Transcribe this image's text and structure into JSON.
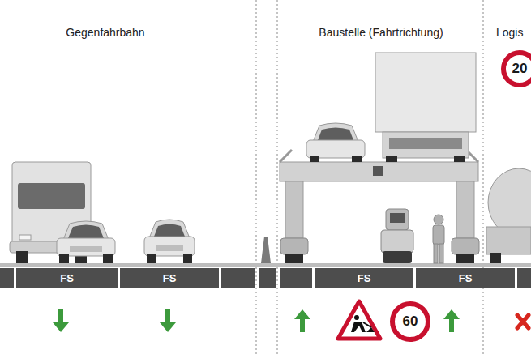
{
  "diagram": {
    "nodes": [
      {
        "text": [
          "20"
        ]
      },
      {
        "text": [
          "FS"
        ]
      },
      {
        "text": [
          "FS"
        ]
      },
      {
        "text": [
          "FS"
        ]
      },
      {
        "text": [
          "FS"
        ]
      },
      {
        "text": [
          "60"
        ]
      }
    ],
    "labels": [
      "Gegenfahrbahn",
      "Baustelle (Fahrtrichtung)",
      "Logis"
    ]
  }
}
